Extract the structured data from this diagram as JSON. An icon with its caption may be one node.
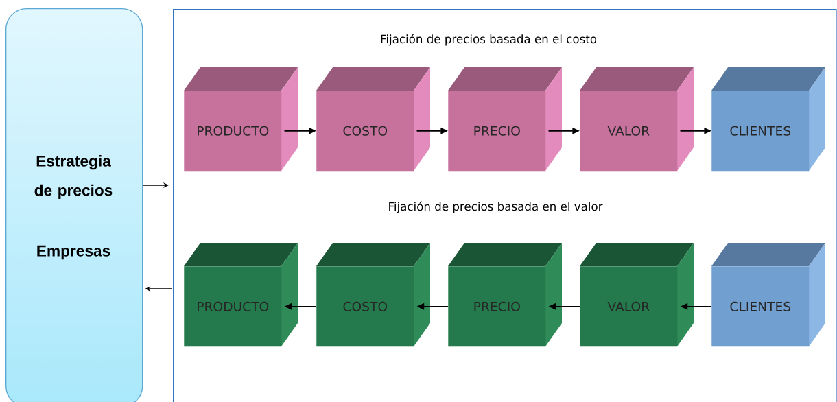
{
  "diagram": {
    "nodes": [
      {
        "text": [
          "Estrategia de precios",
          "Empresas"
        ]
      },
      {
        "text": [],
        "shape": "box"
      },
      {
        "text": [
          "PRODUCTO"
        ],
        "in": 1
      },
      {
        "text": [
          "COSTO"
        ],
        "in": 1
      },
      {
        "text": [
          "PRECIO"
        ],
        "in": 1
      },
      {
        "text": [
          "VALOR"
        ],
        "in": 1
      },
      {
        "text": [
          "CLIENTES"
        ],
        "in": 1
      },
      {
        "text": [
          "PRODUCTO"
        ],
        "in": 1
      },
      {
        "text": [
          "COSTO"
        ],
        "in": 1
      },
      {
        "text": [
          "PRECIO"
        ],
        "in": 1
      },
      {
        "text": [
          "VALOR"
        ],
        "in": 1
      },
      {
        "text": [
          "CLIENTES"
        ],
        "in": 1
      }
    ],
    "edges": [
      {
        "from": 2,
        "to": 3,
        "arrow": "to"
      },
      {
        "from": 3,
        "to": 4,
        "arrow": "to"
      },
      {
        "from": 4,
        "to": 5,
        "arrow": "to"
      },
      {
        "from": 5,
        "to": 6,
        "arrow": "to"
      },
      {
        "from": 11,
        "to": 10,
        "arrow": "to"
      },
      {
        "from": 10,
        "to": 9,
        "arrow": "to"
      },
      {
        "from": 9,
        "to": 8,
        "arrow": "to"
      },
      {
        "from": 8,
        "to": 7,
        "arrow": "to"
      },
      {
        "from": 0,
        "to": 1,
        "arrow": "to"
      },
      {
        "from": 1,
        "to": 0,
        "arrow": "to"
      }
    ],
    "labels": [
      "Fijación de precios basada en el costo",
      "Fijación de precios basada en el valor"
    ]
  }
}
